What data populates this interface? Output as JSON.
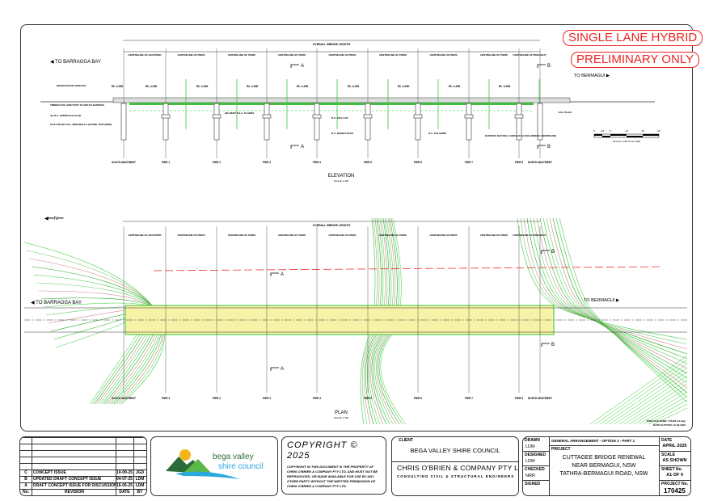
{
  "stamps": {
    "line1": "SINGLE LANE HYBRID",
    "line2": "PRELIMINARY ONLY"
  },
  "directions": {
    "west": "TO BARRAGGA BAY",
    "east": "TO BERMAGUI"
  },
  "dimensions": {
    "overall_label": "OVERALL BRIDGE LENGTH",
    "spans": [
      "CENTRELINE OF ABUT/PIER",
      "CENTRELINE OF PIERS",
      "CENTRELINE OF PIERS",
      "CENTRELINE OF PIERS",
      "CENTRELINE OF PIERS",
      "CENTRELINE OF PIERS",
      "CENTRELINE OF PIERS",
      "CENTRELINE OF PIERS",
      "CENTRELINE OF PIER/ABUT"
    ]
  },
  "supports": [
    "SOUTH ABUTMENT",
    "PIER 1",
    "PIER 2",
    "PIER 3",
    "PIER 4",
    "PIER 5",
    "PIER 6",
    "PIER 7",
    "PIER 8",
    "NORTH ABUTMENT"
  ],
  "rl_label": "RL 4.250",
  "notes": {
    "road": "DESIGN ROAD SURFACE",
    "timber": "TIMBER POS. END POST TO MATCH EXISTING",
    "slab": "4m R.C. APPROACH SLAB",
    "wingwalls": "CAST IN-SITU R.C. WINGWALLS (STONE TEXTURED)",
    "planks": "300 DEEP P.S.C. PLANKS",
    "pilecap": "R.C. PILE CAP",
    "piles": "R.C. BORED PILES",
    "columns": "R.C. COLUMNS",
    "natural": "EXISTING NATURAL SURFACE ALONG BRIDGE CENTRELINE",
    "nopiles": "4 No. PILES"
  },
  "sections": {
    "a": "A",
    "b": "B"
  },
  "scale_bar": {
    "ticks": [
      "0",
      "2.5",
      "5",
      "10",
      "15",
      "20"
    ],
    "label": "SCALE 1:250 AT A1 SIZE"
  },
  "views": {
    "elevation": "ELEVATION",
    "plan": "PLAN",
    "scale": "SCALE 1:250"
  },
  "file_info": {
    "file": "DWG FILE NAME: 170425-A1.dwg",
    "plotted": "DATE PLOTTED: 10-09-2025"
  },
  "revisions": {
    "headers": [
      "No.",
      "REVISION",
      "DATE",
      "BY"
    ],
    "rows": [
      [
        "C",
        "CONCEPT ISSUE",
        "10-09-25",
        "JGD"
      ],
      [
        "B",
        "UPDATED DRAFT CONCEPT ISSUE",
        "04-07-25",
        "LDM"
      ],
      [
        "A",
        "DRAFT CONCEPT ISSUE FOR DISCUSSION PURPOSES",
        "16-06-25",
        "LDM"
      ]
    ]
  },
  "logo": {
    "line1": "bega valley",
    "line2": "shire council"
  },
  "copyright": {
    "title": "COPYRIGHT © 2025",
    "text": "COPYRIGHT IN THIS DOCUMENT IS THE PROPERTY OF CHRIS O'BRIEN & COMPANY PTY LTD, AND MUST NOT BE REPRODUCED, OR MADE AVAILABLE FOR USE BY ANY OTHER PARTY WITHOUT THE WRITTEN PERMISSION OF CHRIS O'BRIEN & COMPANY PTY LTD."
  },
  "client": {
    "label": "CLIENT",
    "name": "BEGA VALLEY SHIRE COUNCIL",
    "company": "CHRIS O'BRIEN & COMPANY PTY LTD",
    "tagline": "CONSULTING CIVIL & STRUCTURAL ENGINEERS"
  },
  "title_block": {
    "drawn_label": "DRAWN",
    "drawn": "LDM",
    "designed_label": "DESIGNED",
    "designed": "LDM",
    "checked_label": "CHECKED",
    "checked": "NRR",
    "signed_label": "SIGNED",
    "title": "GENERAL ARRANGEMENT - OPTION 1 - PART 1",
    "project_label": "PROJECT",
    "project": [
      "CUTTAGEE BRIDGE RENEWAL",
      "NEAR BERMAGUI, NSW",
      "TATHRA-BERMAGUI ROAD, NSW"
    ],
    "date_label": "DATE",
    "date": "APRIL 2025",
    "scale_label": "SCALE",
    "scale": "AS SHOWN",
    "sheet_label": "SHEET No.",
    "sheet": "A1 OF 4",
    "project_no_label": "PROJECT No.",
    "project_no": "170425"
  }
}
